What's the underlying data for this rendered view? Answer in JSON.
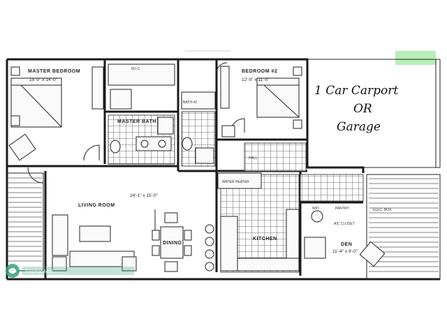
{
  "plan": {
    "rooms": {
      "master_bedroom": {
        "name": "MASTER BEDROOM",
        "dims": "15'-0\" x 14'-0\""
      },
      "master_bath": {
        "name": "MASTER BATH"
      },
      "bedroom_2": {
        "name": "BEDROOM #2",
        "dims": "12'-0\" x 11'-0\""
      },
      "living_room": {
        "name": "LIVING ROOM",
        "dims": "24'-1\" x 15'-0\""
      },
      "dining": {
        "name": "DINING"
      },
      "kitchen": {
        "name": "KITCHEN"
      },
      "den": {
        "name": "DEN",
        "dims": "11'-4\" x 9'-0\""
      }
    },
    "labels": {
      "bath_2": "BATH #2",
      "wic": "W.I.C.",
      "hall": "HALL",
      "water_heater": "WATER HEATER",
      "wd": "W/D",
      "pantry": "PANTRY",
      "elec_box": "ELEC. BOX",
      "ac_closet": "A/C CLOSET"
    },
    "handwritten_note": [
      "1 Car Carport",
      "OR",
      "Garage"
    ]
  },
  "watermark": {
    "text": "Beaches MLS",
    "logo_icon": "mls-logo-icon"
  },
  "colors": {
    "sticker": "#b8eeb8",
    "watermark": "#3aa37c"
  }
}
